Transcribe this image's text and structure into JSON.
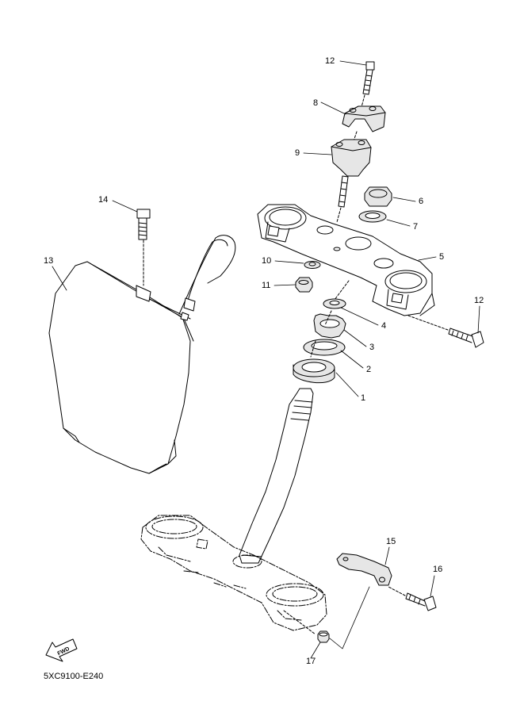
{
  "diagram": {
    "callouts": [
      "1",
      "2",
      "3",
      "4",
      "5",
      "6",
      "7",
      "8",
      "9",
      "10",
      "11",
      "12",
      "12",
      "13",
      "14",
      "15",
      "16",
      "17"
    ],
    "fwd_label": "FWD",
    "drawing_code": "5XC9100-E240"
  },
  "colors": {
    "line": "#000000",
    "fill": "#ffffff",
    "part_shade": "#e6e6e6"
  }
}
